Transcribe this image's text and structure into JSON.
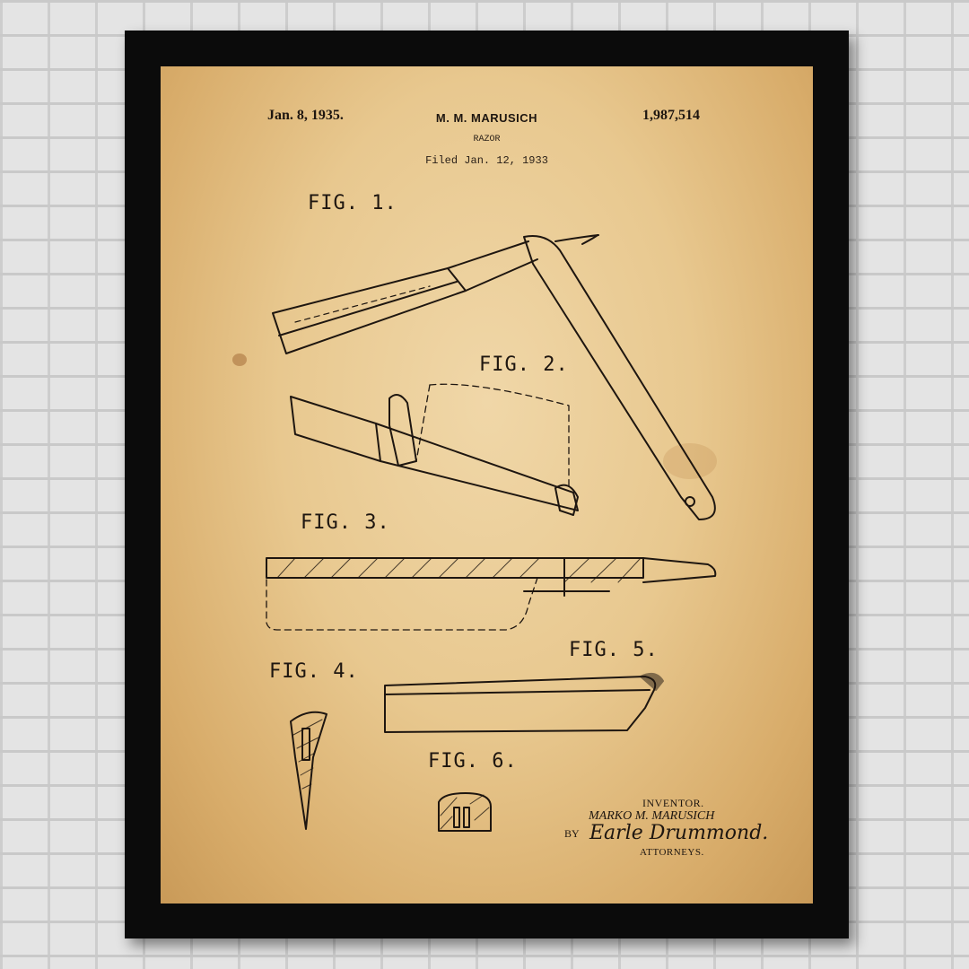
{
  "patent": {
    "date": "Jan. 8, 1935.",
    "inventor_header": "M. M. MARUSICH",
    "number": "1,987,514",
    "subject": "RAZOR",
    "filed": "Filed Jan. 12, 1933"
  },
  "figures": [
    "FIG. 1.",
    "FIG. 2.",
    "FIG. 3.",
    "FIG. 4.",
    "FIG. 5.",
    "FIG. 6."
  ],
  "signature_block": {
    "title": "INVENTOR.",
    "inventor": "MARKO M. MARUSICH",
    "by": "BY",
    "attorney_signature": "Earle Drummond.",
    "attorneys": "ATTORNEYS."
  },
  "colors": {
    "frame": "#0b0b0b",
    "paper": "#e8c88f",
    "ink": "#1e1610",
    "wall": "#e4e4e4"
  }
}
